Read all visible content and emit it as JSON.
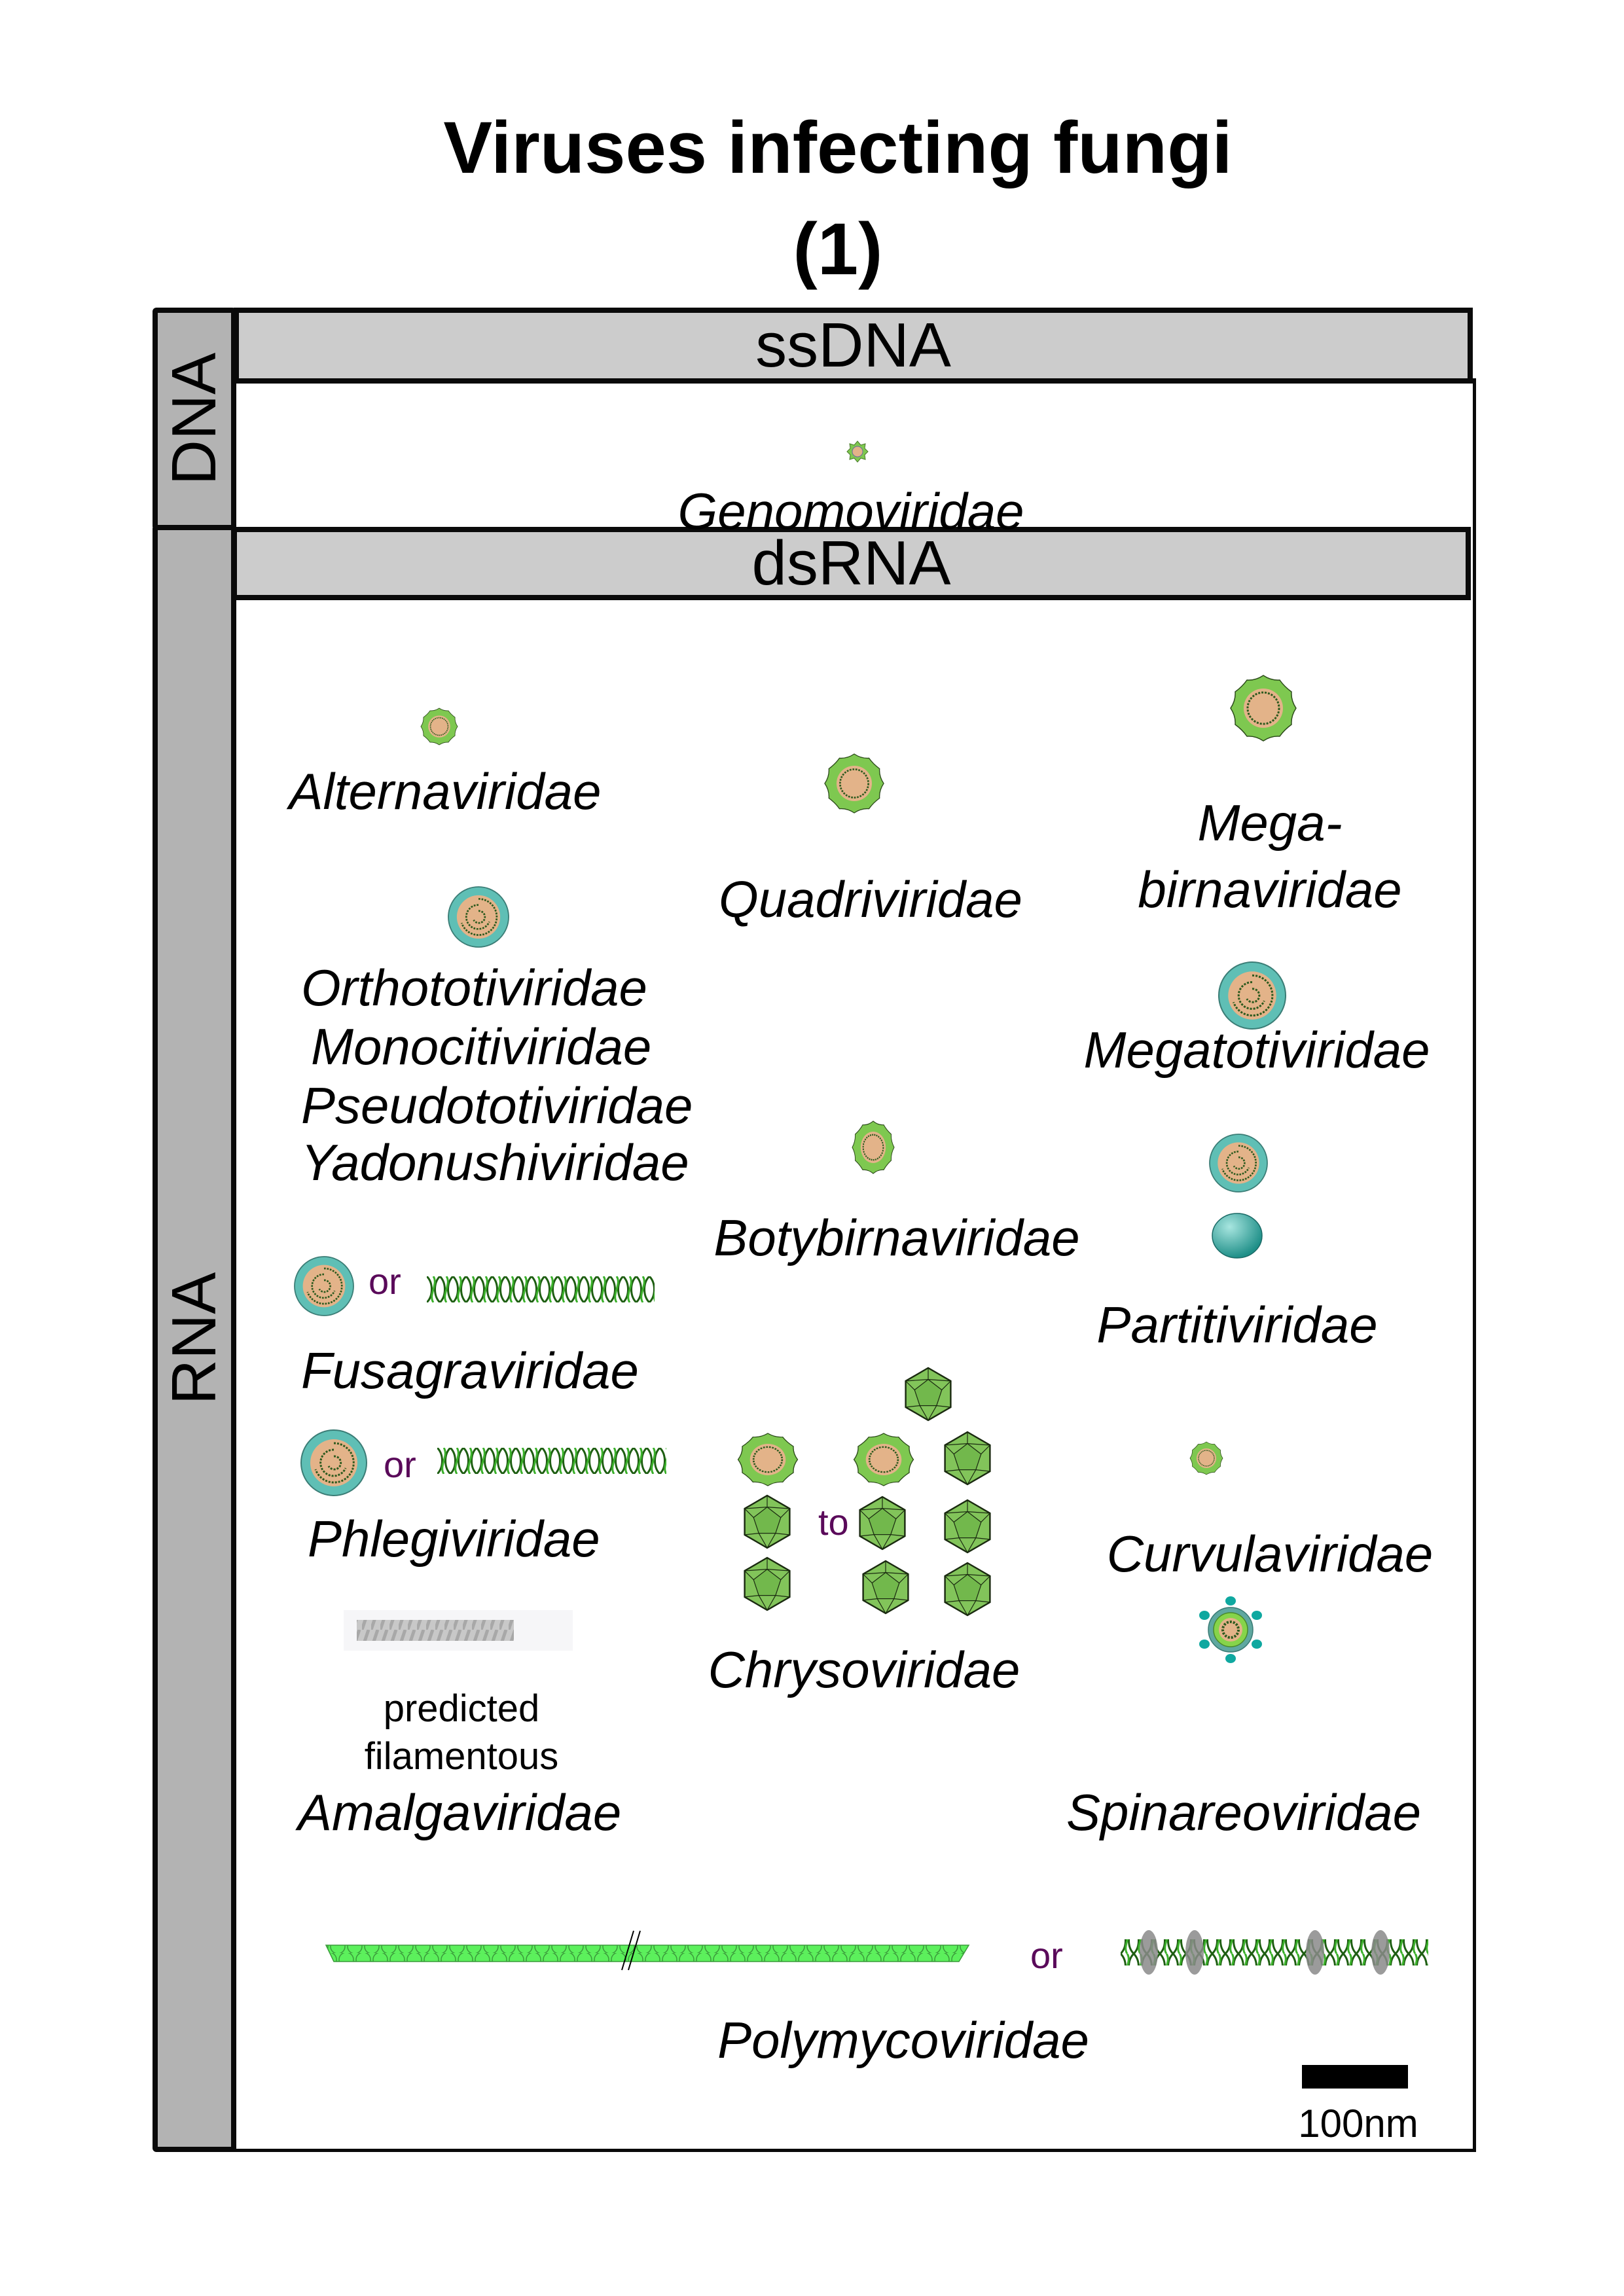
{
  "title": {
    "line1": "Viruses infecting fungi",
    "line2": "(1)"
  },
  "sidebar": {
    "dna_label": "DNA",
    "rna_label": "RNA"
  },
  "sections": {
    "ssdna": {
      "label": "ssDNA",
      "families": [
        {
          "name": "Genomoviridae",
          "icon": "genomovirus-virion-icon"
        }
      ]
    },
    "dsrna": {
      "label": "dsRNA",
      "families": [
        {
          "name": "Alternaviridae",
          "icon": "green-capsid-icon"
        },
        {
          "name": "Quadriviridae",
          "icon": "green-capsid-icon"
        },
        {
          "name_line1": "Mega-",
          "name_line2": "birnaviridae",
          "icon": "green-capsid-icon"
        },
        {
          "names": [
            "Orthototiviridae",
            "Monocitiviridae",
            "Pseudototiviridae",
            "Yadonushiviridae"
          ],
          "icon": "teal-capsid-spiral-icon"
        },
        {
          "name": "Megatotiviridae",
          "icon": "teal-capsid-spiral-icon"
        },
        {
          "name": "Botybirnaviridae",
          "icon": "green-capsid-icon"
        },
        {
          "name": "Partitiviridae",
          "icons": [
            "teal-capsid-spiral-icon",
            "teal-sphere-icon"
          ]
        },
        {
          "name": "Fusagraviridae",
          "icons": [
            "teal-capsid-spiral-icon",
            "dsrna-helix-icon"
          ],
          "connector": "or"
        },
        {
          "name": "Phlegiviridae",
          "icons": [
            "teal-capsid-spiral-icon",
            "dsrna-helix-icon"
          ],
          "connector": "or"
        },
        {
          "name": "Chrysoviridae",
          "icons": [
            "green-capsid-icon",
            "icosahedron-icon"
          ],
          "connector": "to"
        },
        {
          "name": "Curvulaviridae",
          "icon": "green-capsid-icon"
        },
        {
          "name": "Amalgaviridae",
          "note_line1": "predicted",
          "note_line2": "filamentous",
          "icon": "filament-icon"
        },
        {
          "name": "Spinareoviridae",
          "icon": "spiked-reovirus-icon"
        },
        {
          "name": "Polymycoviridae",
          "icons": [
            "filamentous-capsid-icon",
            "helix-with-nucleosomes-icon"
          ],
          "connector": "or"
        }
      ]
    }
  },
  "scale_bar": {
    "label": "100nm"
  },
  "colors": {
    "sidebar": "#b3b3b3",
    "section_bar": "#cccccc",
    "capsid_green": "#7ec850",
    "capsid_teal": "#5fbfb5",
    "core_tan": "#e3b389",
    "connector_text": "#5a0a5a",
    "filament_green": "#5cf05c"
  }
}
